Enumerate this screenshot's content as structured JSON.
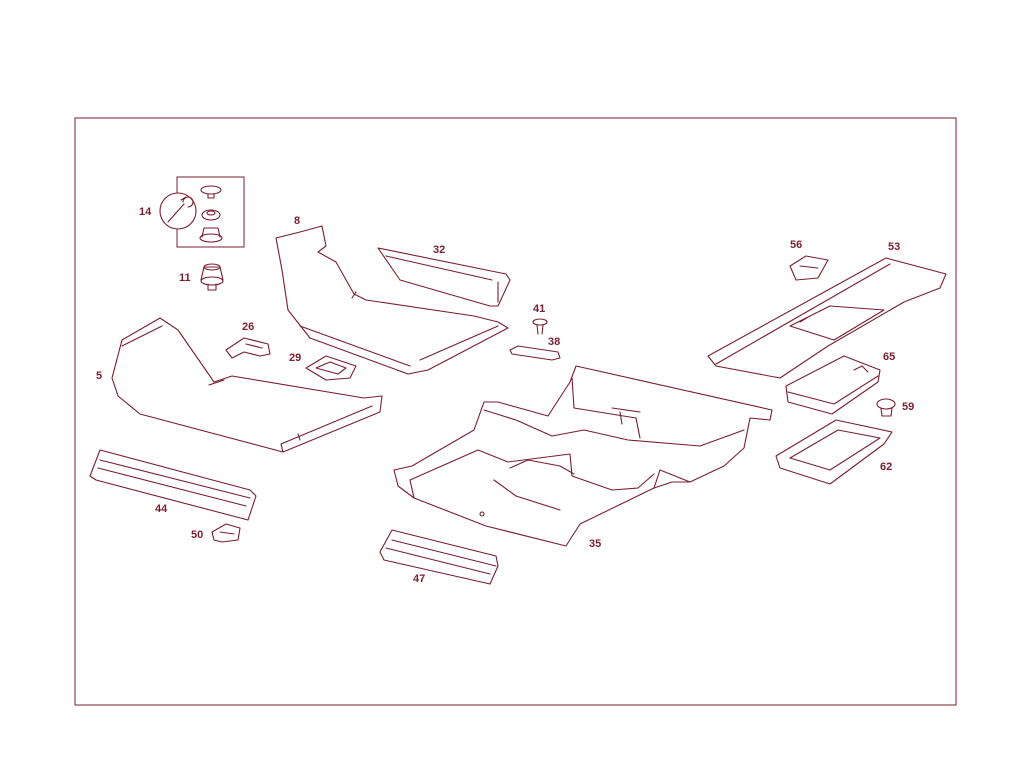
{
  "colors": {
    "line": "#7a1e30",
    "background": "#ffffff"
  },
  "callouts": {
    "c5": "5",
    "c8": "8",
    "c11": "11",
    "c14": "14",
    "c26": "26",
    "c29": "29",
    "c32": "32",
    "c35": "35",
    "c38": "38",
    "c41": "41",
    "c44": "44",
    "c47": "47",
    "c50": "50",
    "c53": "53",
    "c56": "56",
    "c59": "59",
    "c62": "62",
    "c65": "65"
  },
  "icons": {
    "tool": "wrench-icon"
  }
}
